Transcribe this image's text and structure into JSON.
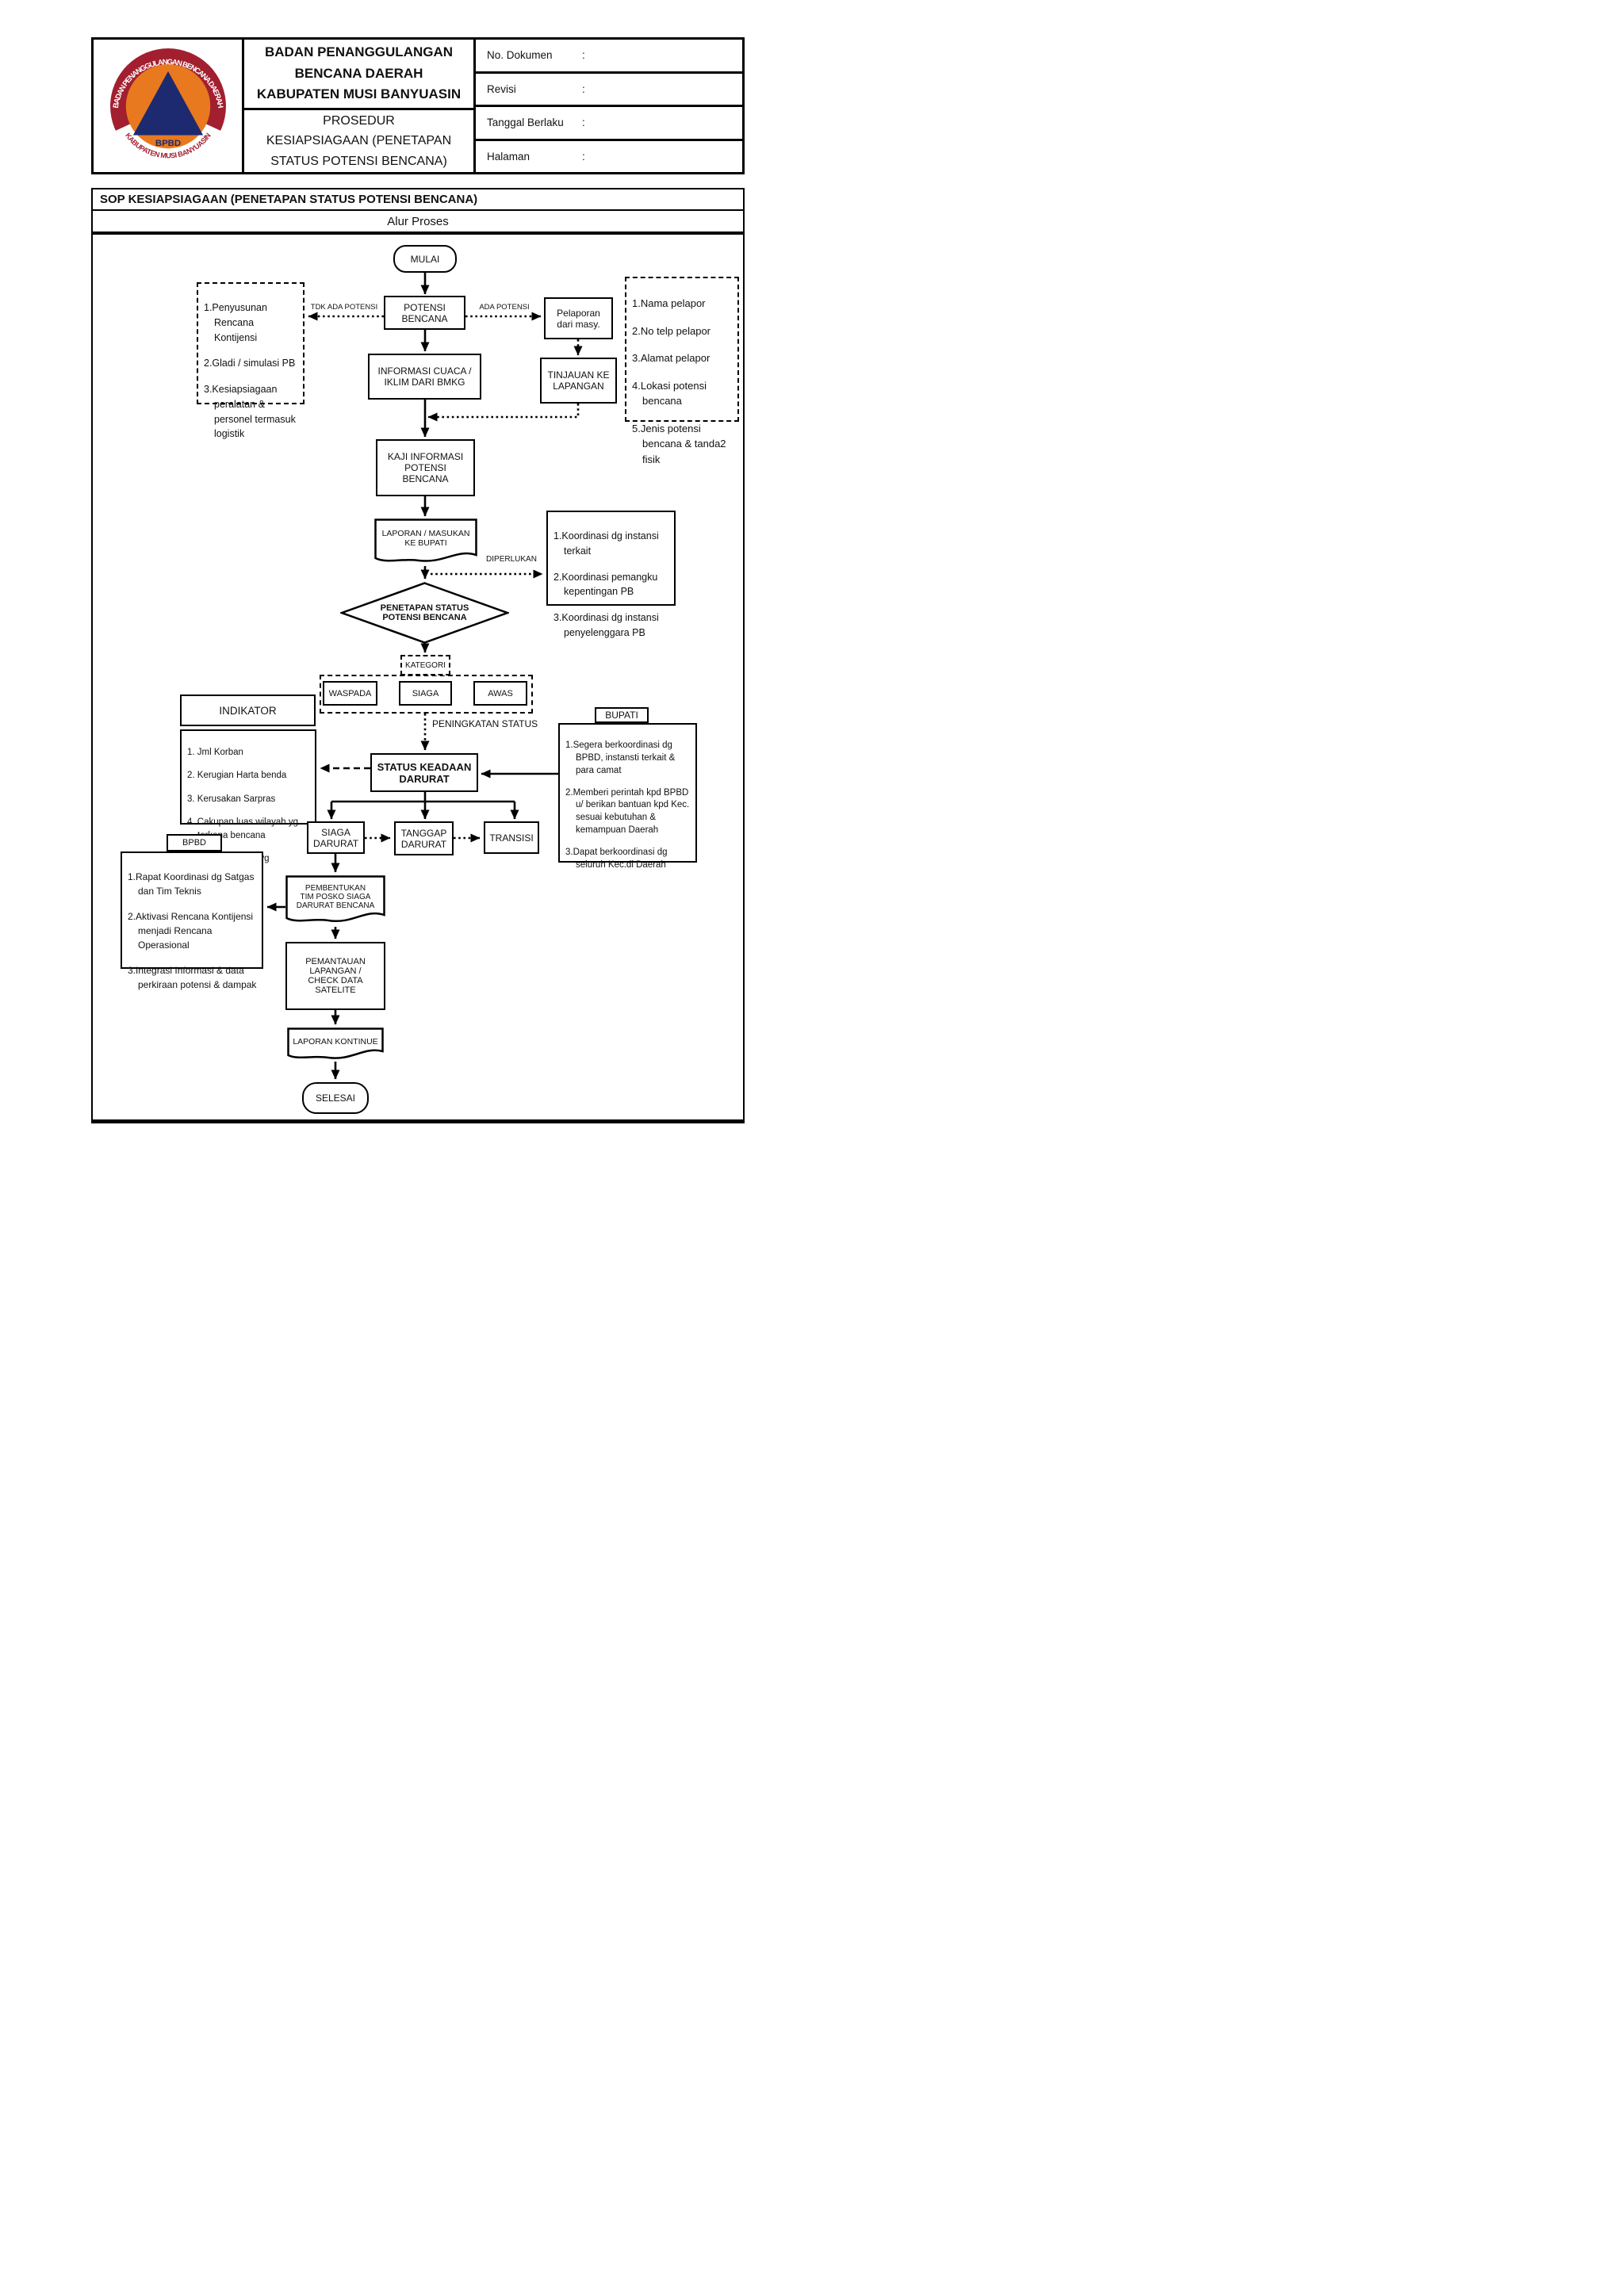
{
  "colors": {
    "ink": "#000000",
    "logo_ring": "#a21f2f",
    "logo_inner": "#e8791f",
    "logo_triangle": "#1d2a70",
    "logo_band": "#ffffff"
  },
  "header": {
    "org_lines": [
      "BADAN PENANGGULANGAN",
      "BENCANA DAERAH",
      "KABUPATEN MUSI BANYUASIN"
    ],
    "doc_title_lines": [
      "PROSEDUR",
      "KESIAPSIAGAAN (PENETAPAN",
      "STATUS POTENSI BENCANA)"
    ],
    "fields": [
      {
        "label": "No. Dokumen",
        "sep": ":"
      },
      {
        "label": "Revisi",
        "sep": ":"
      },
      {
        "label": "Tanggal Berlaku",
        "sep": ":"
      },
      {
        "label": "Halaman",
        "sep": ":"
      }
    ],
    "logo": {
      "text_top": "BADAN PENANGGULANGAN BENCANA DAERAH",
      "text_bottom": "KABUPATEN MUSI BANYUASIN",
      "text_center": "BPBD"
    }
  },
  "sop": {
    "title": "SOP KESIAPSIAGAAN (PENETAPAN STATUS POTENSI BENCANA)",
    "subtitle": "Alur Proses"
  },
  "flow": {
    "mulai": "MULAI",
    "potensi": "POTENSI\nBENCANA",
    "left_info": {
      "items": [
        "1.Penyusunan Rencana Kontijensi",
        "2.Gladi / simulasi PB",
        "3.Kesiapsiagaan peralatan & personel termasuk logistik"
      ]
    },
    "labels": {
      "tdk": "TDK ADA POTENSI",
      "ada": "ADA POTENSI",
      "diperlukan": "DIPERLUKAN",
      "peningkatan": "PENINGKATAN STATUS"
    },
    "pelaporan": "Pelaporan\ndari masy.",
    "right_info": {
      "items": [
        "1.Nama pelapor",
        "2.No telp pelapor",
        "3.Alamat pelapor",
        "4.Lokasi potensi bencana",
        "5.Jenis potensi bencana & tanda2 fisik"
      ]
    },
    "tinjauan": "TINJAUAN KE\nLAPANGAN",
    "informasi": "INFORMASI CUACA /\nIKLIM DARI BMKG",
    "kaji": "KAJI INFORMASI\nPOTENSI\nBENCANA",
    "laporan_doc": "LAPORAN / MASUKAN\nKE BUPATI",
    "koordinasi": {
      "items": [
        "1.Koordinasi dg instansi terkait",
        "2.Koordinasi pemangku kepentingan PB",
        "3.Koordinasi dg instansi penyelenggara PB"
      ]
    },
    "diamond": "PENETAPAN STATUS\nPOTENSI BENCANA",
    "kategori": "KATEGORI",
    "waspada": "WASPADA",
    "siaga": "SIAGA",
    "awas": "AWAS",
    "indikator": {
      "title": "INDIKATOR",
      "items": [
        "1. Jml Korban",
        "2. Kerugian Harta benda",
        "3. Kerusakan Sarpras",
        "4. Cakupan luas wilayah yg terkena bencana",
        "5. Dampak sosial yg ditimbulkan"
      ]
    },
    "status_box": "STATUS KEADAAN\nDARURAT",
    "bupati": {
      "title": "BUPATI",
      "items": [
        "1.Segera berkoordinasi dg BPBD, instansti terkait & para camat",
        "2.Memberi perintah kpd BPBD u/ berikan bantuan kpd Kec. sesuai kebutuhan & kemampuan Daerah",
        "3.Dapat berkoordinasi dg seluruh Kec.di Daerah"
      ]
    },
    "siaga_darurat": "SIAGA\nDARURAT",
    "tanggap_darurat": "TANGGAP\nDARURAT",
    "transisi": "TRANSISI",
    "bpbd": {
      "title": "BPBD",
      "items": [
        "1.Rapat Koordinasi dg Satgas dan Tim Teknis",
        "2.Aktivasi Rencana Kontijensi menjadi Rencana Operasional",
        "3.Integrasi Informasi & data perkiraan potensi & dampak"
      ]
    },
    "pembentukan_doc": "PEMBENTUKAN\nTIM POSKO SIAGA\nDARURAT BENCANA",
    "pemantauan": "PEMANTAUAN\nLAPANGAN /\nCHECK DATA\nSATELITE",
    "laporan_kontinue": "LAPORAN KONTINUE",
    "selesai": "SELESAI"
  }
}
